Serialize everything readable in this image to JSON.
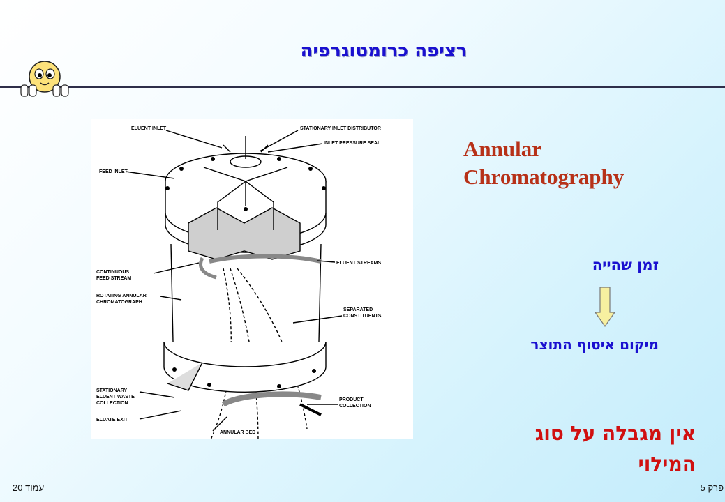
{
  "slide": {
    "title": "רציפה כרומטוגרפיה",
    "english_heading_line1": "Annular",
    "english_heading_line2": "Chromatography",
    "residence_time": "זמן שהייה",
    "collection_location": "מיקום איסוף התוצר",
    "no_limit_line1": "אין מגבלה על סוג",
    "no_limit_line2": "המילוי"
  },
  "diagram": {
    "labels": {
      "eluent_inlet": "ELUENT INLET",
      "stationary_inlet_distributor": "STATIONARY INLET DISTRIBUTOR",
      "inlet_pressure_seal": "INLET PRESSURE SEAL",
      "feed_inlet": "FEED INLET",
      "continuous_1": "CONTINUOUS",
      "continuous_2": "FEED STREAM",
      "eluent_streams": "ELUENT STREAMS",
      "rotating_1": "ROTATING ANNULAR",
      "rotating_2": "CHROMATOGRAPH",
      "separated_1": "SEPARATED",
      "separated_2": "CONSTITUENTS",
      "waste_1": "STATIONARY",
      "waste_2": "ELUENT WASTE",
      "waste_3": "COLLECTION",
      "product_1": "PRODUCT",
      "product_2": "COLLECTION",
      "eluate_exit": "ELUATE EXIT",
      "annular_bed": "ANNULAR BED"
    }
  },
  "footer": {
    "page": "עמוד 20",
    "chapter": "פרק 5"
  },
  "colors": {
    "title": "#1a10d0",
    "english_heading": "#b73118",
    "warning_text": "#d01010",
    "arrow_fill": "#f7f0a0"
  },
  "icons": {
    "mascot": "peeking-face-icon",
    "arrow": "down-arrow-icon"
  }
}
